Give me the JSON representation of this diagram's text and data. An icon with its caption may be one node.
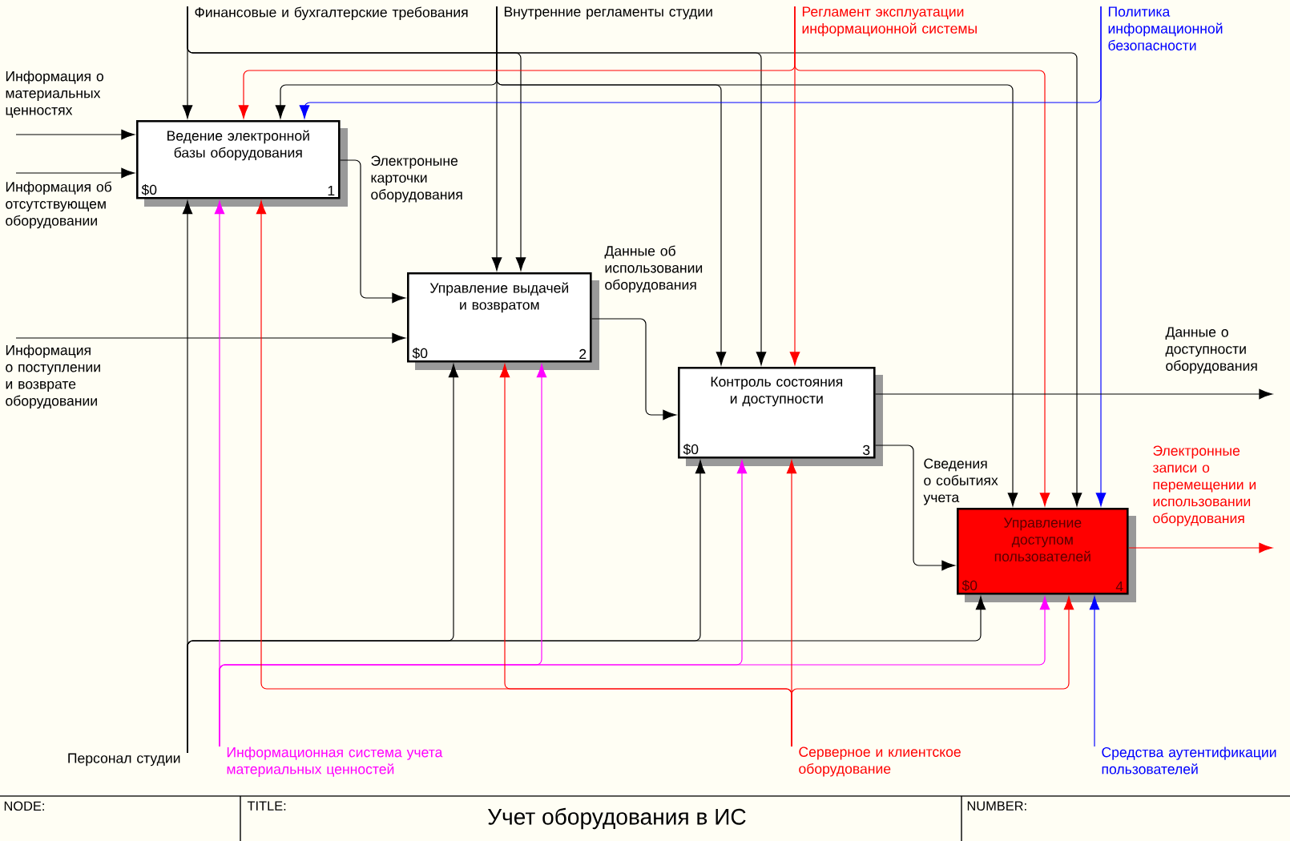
{
  "diagram": {
    "title": "Учет оборудования в ИС",
    "nodes": [
      {
        "text": [
          "Ведение электронной базы оборудования",
          "$0",
          "1"
        ]
      },
      {
        "text": [
          "Управление выдачей и возвратом",
          "$0",
          "2"
        ]
      },
      {
        "text": [
          "Контроль состояния и доступности",
          "$0",
          "3"
        ]
      },
      {
        "text": [
          "Управление доступом пользователей",
          "$0",
          "4"
        ]
      },
      {
        "text": [
          "Финансовые и бухгалтерские требования"
        ]
      },
      {
        "text": [
          "Внутренние регламенты студии"
        ]
      },
      {
        "text": [
          "Регламент эксплуатации информационной системы"
        ]
      },
      {
        "text": [
          "Политика информационной безопасности"
        ]
      },
      {
        "text": [
          "Персонал студии"
        ]
      },
      {
        "text": [
          "Информационная система учета материальных ценностей"
        ]
      },
      {
        "text": [
          "Серверное и клиентское оборудование"
        ]
      },
      {
        "text": [
          "Средства аутентификации пользователей"
        ]
      }
    ],
    "edges": [
      {
        "from": null,
        "to": 0,
        "arrow": "to",
        "label": "Информация о материальных ценностях"
      },
      {
        "from": null,
        "to": 0,
        "arrow": "to",
        "label": "Информация об отсутствующем оборудовании"
      },
      {
        "from": null,
        "to": 1,
        "arrow": "to",
        "label": "Информация о поступлении и возврате оборудовании"
      },
      {
        "from": 4,
        "to": 0,
        "arrow": "to"
      },
      {
        "from": 4,
        "to": 1,
        "arrow": "to"
      },
      {
        "from": 4,
        "to": 2,
        "arrow": "to"
      },
      {
        "from": 4,
        "to": 3,
        "arrow": "to"
      },
      {
        "from": 5,
        "to": 1,
        "arrow": "to"
      },
      {
        "from": 5,
        "to": 0,
        "arrow": "to"
      },
      {
        "from": 5,
        "to": 2,
        "arrow": "to"
      },
      {
        "from": 5,
        "to": 3,
        "arrow": "to"
      },
      {
        "from": 6,
        "to": 2,
        "arrow": "to",
        "color": "#ff0000"
      },
      {
        "from": 6,
        "to": 0,
        "arrow": "to",
        "color": "#ff0000"
      },
      {
        "from": 6,
        "to": 3,
        "arrow": "to",
        "color": "#ff0000"
      },
      {
        "from": 7,
        "to": 3,
        "arrow": "to",
        "color": "#0000ff"
      },
      {
        "from": 7,
        "to": 0,
        "arrow": "to",
        "color": "#0000ff"
      },
      {
        "from": 0,
        "to": 1,
        "arrow": "to",
        "label": "Электроныне карточки оборудования"
      },
      {
        "from": 1,
        "to": 2,
        "arrow": "to",
        "label": "Данные об использовании оборудования"
      },
      {
        "from": 2,
        "to": 3,
        "arrow": "to",
        "label": "Сведения о событиях учета"
      },
      {
        "from": 2,
        "to": null,
        "arrow": "to",
        "label": "Данные о доступности оборудования"
      },
      {
        "from": 3,
        "to": null,
        "arrow": "to",
        "label": "Электронные записи о перемещении и использовании оборудования",
        "color": "#ff0000"
      },
      {
        "from": 8,
        "to": 0,
        "arrow": "to"
      },
      {
        "from": 8,
        "to": 1,
        "arrow": "to"
      },
      {
        "from": 8,
        "to": 2,
        "arrow": "to"
      },
      {
        "from": 8,
        "to": 3,
        "arrow": "to"
      },
      {
        "from": 9,
        "to": 0,
        "arrow": "to",
        "color": "#ff00ff"
      },
      {
        "from": 9,
        "to": 1,
        "arrow": "to",
        "color": "#ff00ff"
      },
      {
        "from": 9,
        "to": 2,
        "arrow": "to",
        "color": "#ff00ff"
      },
      {
        "from": 9,
        "to": 3,
        "arrow": "to",
        "color": "#ff00ff"
      },
      {
        "from": 10,
        "to": 0,
        "arrow": "to",
        "color": "#ff0000"
      },
      {
        "from": 10,
        "to": 1,
        "arrow": "to",
        "color": "#ff0000"
      },
      {
        "from": 10,
        "to": 2,
        "arrow": "to",
        "color": "#ff0000"
      },
      {
        "from": 10,
        "to": 3,
        "arrow": "to",
        "color": "#ff0000"
      },
      {
        "from": 11,
        "to": 3,
        "arrow": "to",
        "color": "#0000ff"
      }
    ],
    "labels": [
      "NODE:",
      "TITLE:",
      "NUMBER:"
    ]
  }
}
